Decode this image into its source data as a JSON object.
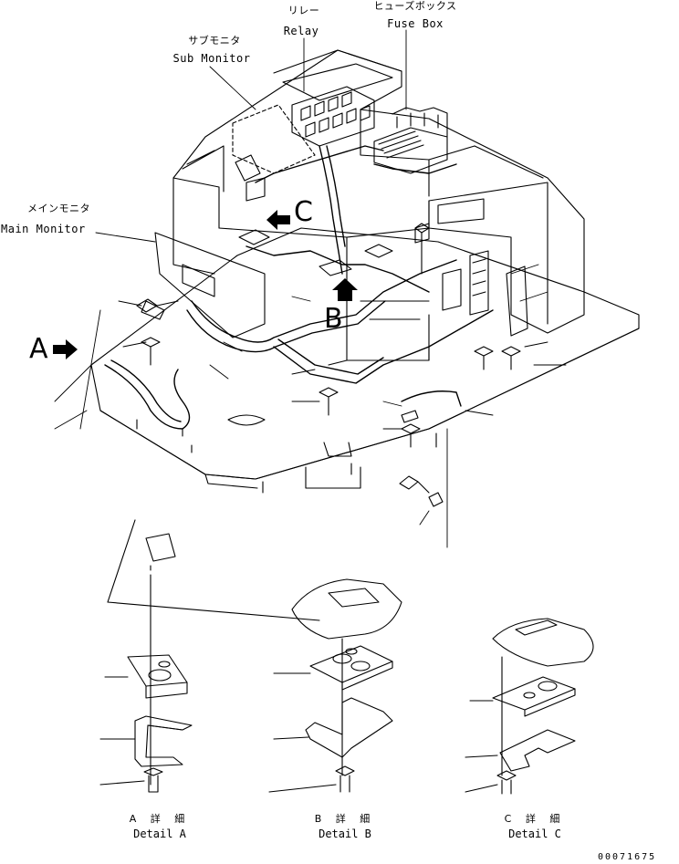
{
  "callouts": {
    "relay": {
      "jp": "リレー",
      "en": "Relay"
    },
    "fuse_box": {
      "jp": "ヒューズボックス",
      "en": "Fuse Box"
    },
    "sub_monitor": {
      "jp": "サブモニタ",
      "en": "Sub Monitor"
    },
    "main_monitor": {
      "jp": "メインモニタ",
      "en": "Main Monitor"
    }
  },
  "view_markers": {
    "a": "A",
    "b": "B",
    "c": "C"
  },
  "details": [
    {
      "jp": "A 詳 細",
      "en": "Detail A"
    },
    {
      "jp": "B 詳 細",
      "en": "Detail B"
    },
    {
      "jp": "C 詳 細",
      "en": "Detail C"
    }
  ],
  "drawing_code": "00071675",
  "colors": {
    "line": "#000000",
    "background": "#ffffff"
  }
}
